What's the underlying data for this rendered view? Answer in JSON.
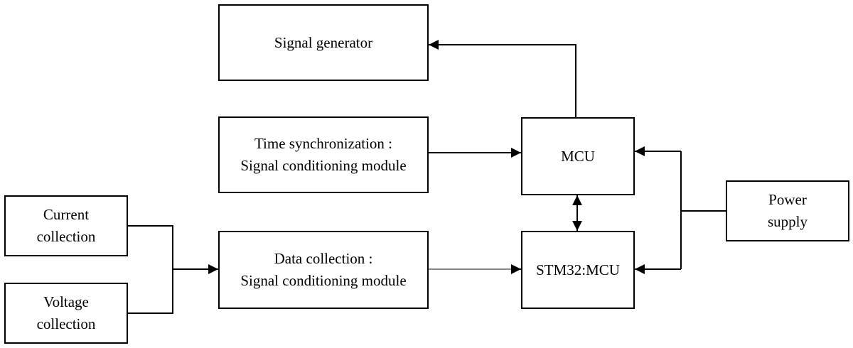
{
  "diagram": {
    "blocks": {
      "signal_generator": {
        "lines": [
          "Signal generator"
        ]
      },
      "time_sync": {
        "lines": [
          "Time synchronization :",
          "Signal conditioning module"
        ]
      },
      "mcu": {
        "lines": [
          "MCU"
        ]
      },
      "stm32": {
        "lines": [
          "STM32:MCU"
        ]
      },
      "power_supply": {
        "lines": [
          "Power",
          "supply"
        ]
      },
      "current_collection": {
        "lines": [
          "Current",
          "collection"
        ]
      },
      "voltage_collection": {
        "lines": [
          "Voltage",
          "collection"
        ]
      },
      "data_collection": {
        "lines": [
          "Data collection :",
          "Signal conditioning module"
        ]
      }
    },
    "connections": [
      {
        "from": "mcu",
        "to": "signal_generator",
        "kind": "arrow"
      },
      {
        "from": "time_sync",
        "to": "mcu",
        "kind": "arrow"
      },
      {
        "from": "power_supply",
        "to": "mcu",
        "kind": "arrow"
      },
      {
        "from": "power_supply",
        "to": "stm32",
        "kind": "arrow"
      },
      {
        "from": "mcu",
        "to": "stm32",
        "kind": "bidirectional"
      },
      {
        "from": "current_collection",
        "to": "data_collection",
        "kind": "arrow"
      },
      {
        "from": "voltage_collection",
        "to": "data_collection",
        "kind": "arrow"
      },
      {
        "from": "data_collection",
        "to": "stm32",
        "kind": "arrow"
      }
    ],
    "colors": {
      "line": "#000000",
      "data_line": "#888888",
      "box_border": "#000000"
    }
  }
}
